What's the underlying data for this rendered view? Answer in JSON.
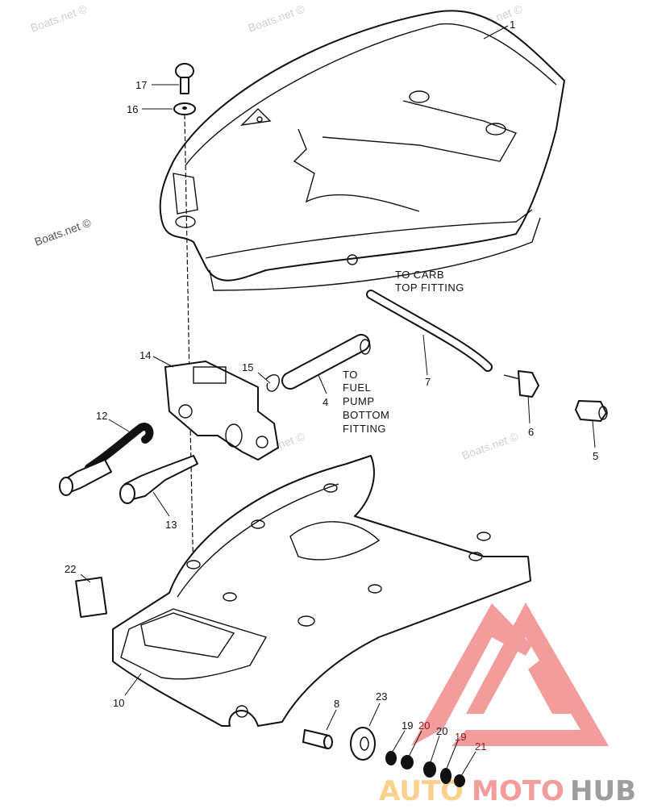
{
  "watermark": "Boats.net ©",
  "notes": {
    "carb": [
      "TO CARB",
      "TOP FITTING"
    ],
    "fuel_pump": [
      "TO",
      "FUEL",
      "PUMP",
      "BOTTOM",
      "FITTING"
    ]
  },
  "callouts": {
    "p1": "1",
    "p4": "4",
    "p5": "5",
    "p6": "6",
    "p7": "7",
    "p8": "8",
    "p10": "10",
    "p12": "12",
    "p13": "13",
    "p14": "14",
    "p15": "15",
    "p16": "16",
    "p17": "17",
    "p19a": "19",
    "p19b": "19",
    "p20a": "20",
    "p20b": "20",
    "p21": "21",
    "p22": "22",
    "p23": "23"
  },
  "logo": {
    "auto": "AUTO",
    "moto": "MOTO",
    "hub": "HUB",
    "colors": {
      "auto": "#f9c97a",
      "moto": "#f28b8b",
      "hub": "#8c8c8c",
      "mark": "#f28b8b"
    }
  }
}
